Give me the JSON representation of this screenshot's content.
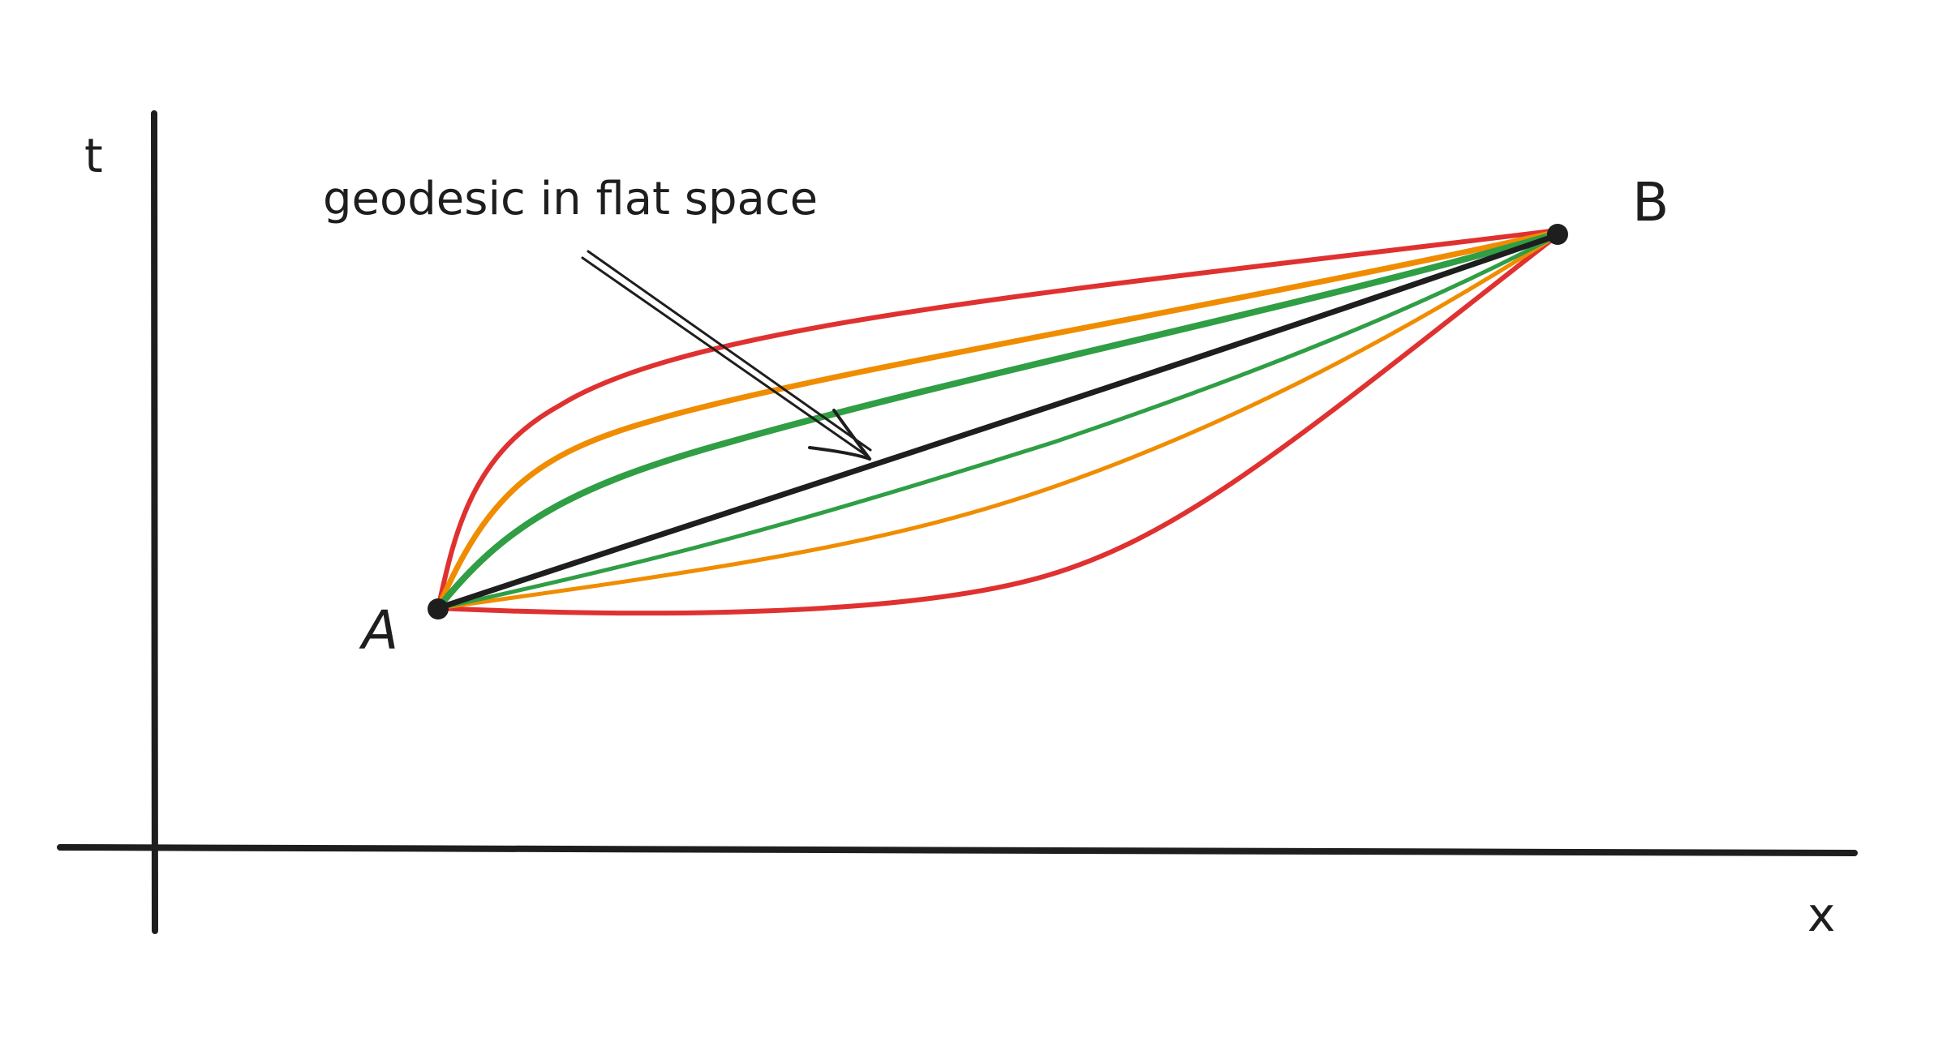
{
  "diagram": {
    "axes": {
      "t_label": "t",
      "x_label": "x"
    },
    "points": {
      "a_label": "A",
      "b_label": "B"
    },
    "annotation": {
      "text": "geodesic in flat space"
    },
    "colors": {
      "ink": "#1e1e1e",
      "red": "#e03131",
      "orange": "#f08c00",
      "green": "#2f9e44",
      "background": "#ffffff"
    }
  }
}
